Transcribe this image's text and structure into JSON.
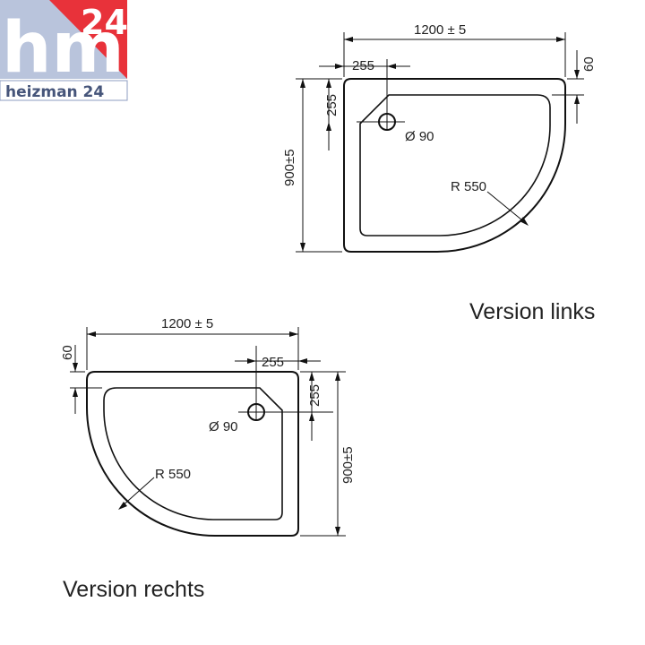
{
  "logo": {
    "mark": "hm",
    "number": "24",
    "brand": "heizman 24",
    "colors": {
      "light": "#b9c4dc",
      "mid": "#8e9dc2",
      "red": "#e8323a",
      "dark": "#46557a"
    }
  },
  "top_drawing": {
    "caption": "Version links",
    "width_label": "1200 ± 5",
    "depth_label": "900±5",
    "rim_label": "60",
    "offset_x_label": "255",
    "offset_y_label": "255",
    "drain_label": "Ø 90",
    "radius_label": "R 550"
  },
  "bottom_drawing": {
    "caption": "Version rechts",
    "width_label": "1200 ± 5",
    "depth_label": "900±5",
    "rim_label": "60",
    "offset_x_label": "255",
    "offset_y_label": "255",
    "drain_label": "Ø 90",
    "radius_label": "R 550"
  }
}
